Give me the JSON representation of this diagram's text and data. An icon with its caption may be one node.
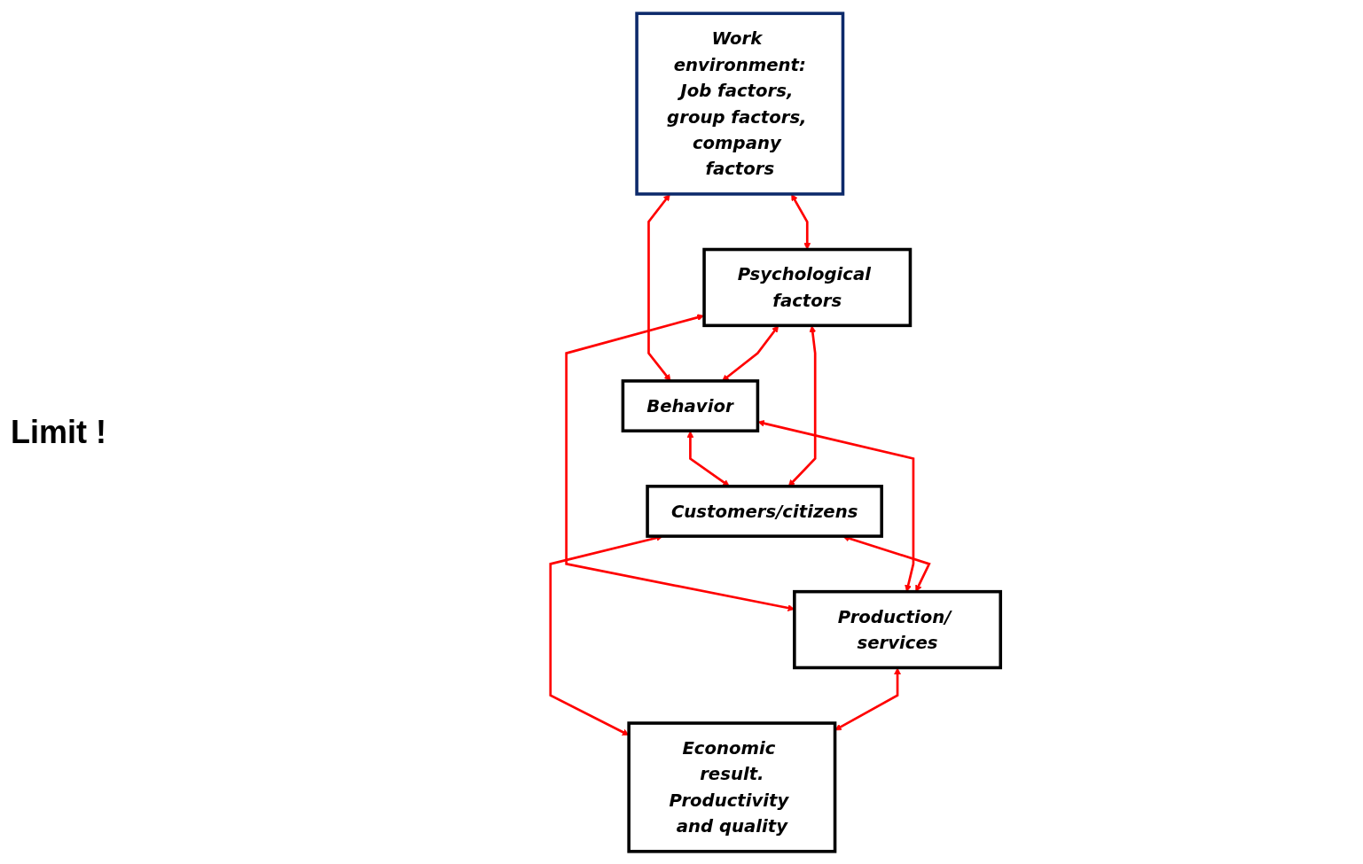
{
  "diagram": {
    "nodes": [
      {
        "text": [
          "Work environment:",
          "Job factors, group factors, company factors"
        ]
      },
      {
        "text": [
          "Psychological factors"
        ]
      },
      {
        "text": [
          "Behavior"
        ]
      },
      {
        "text": [
          "Customers/citizens"
        ]
      },
      {
        "text": [
          "Production/ services"
        ]
      },
      {
        "text": [
          "Economic result.",
          "Productivity and quality"
        ]
      }
    ],
    "edges": [
      {
        "from": 0,
        "to": 1,
        "arrow": "both"
      },
      {
        "from": 0,
        "to": 2,
        "arrow": "both"
      },
      {
        "from": 1,
        "to": 2,
        "arrow": "both"
      },
      {
        "from": 2,
        "to": 3,
        "arrow": "both"
      },
      {
        "from": 1,
        "to": 4,
        "arrow": "both"
      },
      {
        "from": 1,
        "to": 3,
        "arrow": "both"
      },
      {
        "from": 2,
        "to": 4,
        "arrow": "both"
      },
      {
        "from": 3,
        "to": 4,
        "arrow": "both"
      },
      {
        "from": 3,
        "to": 5,
        "arrow": "both"
      },
      {
        "from": 4,
        "to": 5,
        "arrow": "both"
      }
    ],
    "labels": [
      "Limit !"
    ]
  }
}
